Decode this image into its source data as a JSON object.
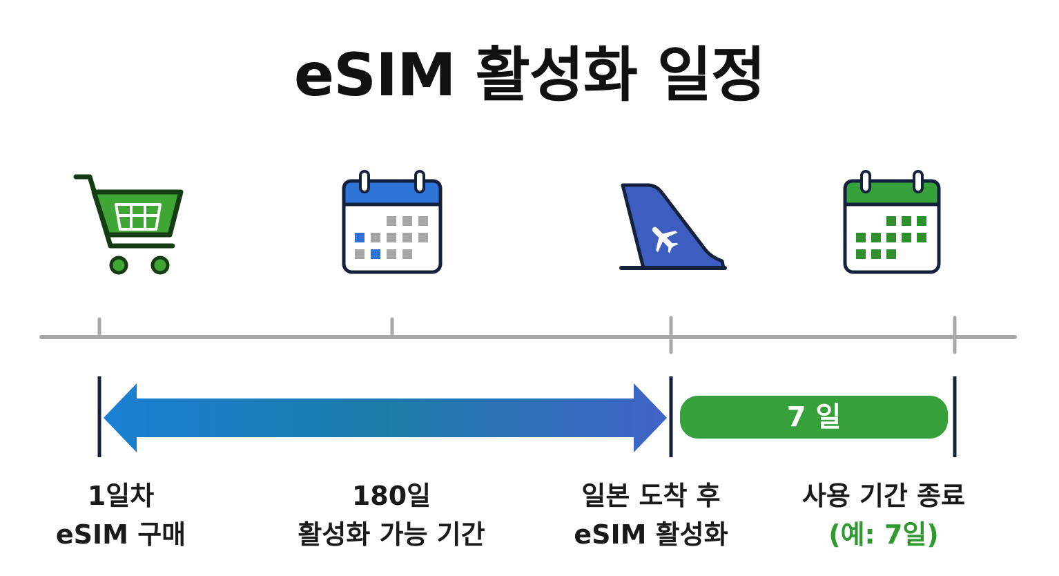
{
  "title": "eSIM 활성화 일정",
  "duration_label": "7 일",
  "steps": [
    {
      "line1": "1일차",
      "line2": "eSIM 구매",
      "icon": "shopping-cart-icon"
    },
    {
      "line1": "180일",
      "line2": "활성화 가능 기간",
      "icon": "calendar-icon"
    },
    {
      "line1": "일본 도착 후",
      "line2": "eSIM 활성화",
      "icon": "airplane-tail-icon"
    },
    {
      "line1": "사용 기간 종료",
      "line2": "(예: 7일)",
      "icon": "calendar-end-icon"
    }
  ],
  "colors": {
    "green": "#2f9a2f",
    "blue": "#2e6fd0",
    "navy": "#14213d",
    "gray": "#a7a7a7"
  }
}
